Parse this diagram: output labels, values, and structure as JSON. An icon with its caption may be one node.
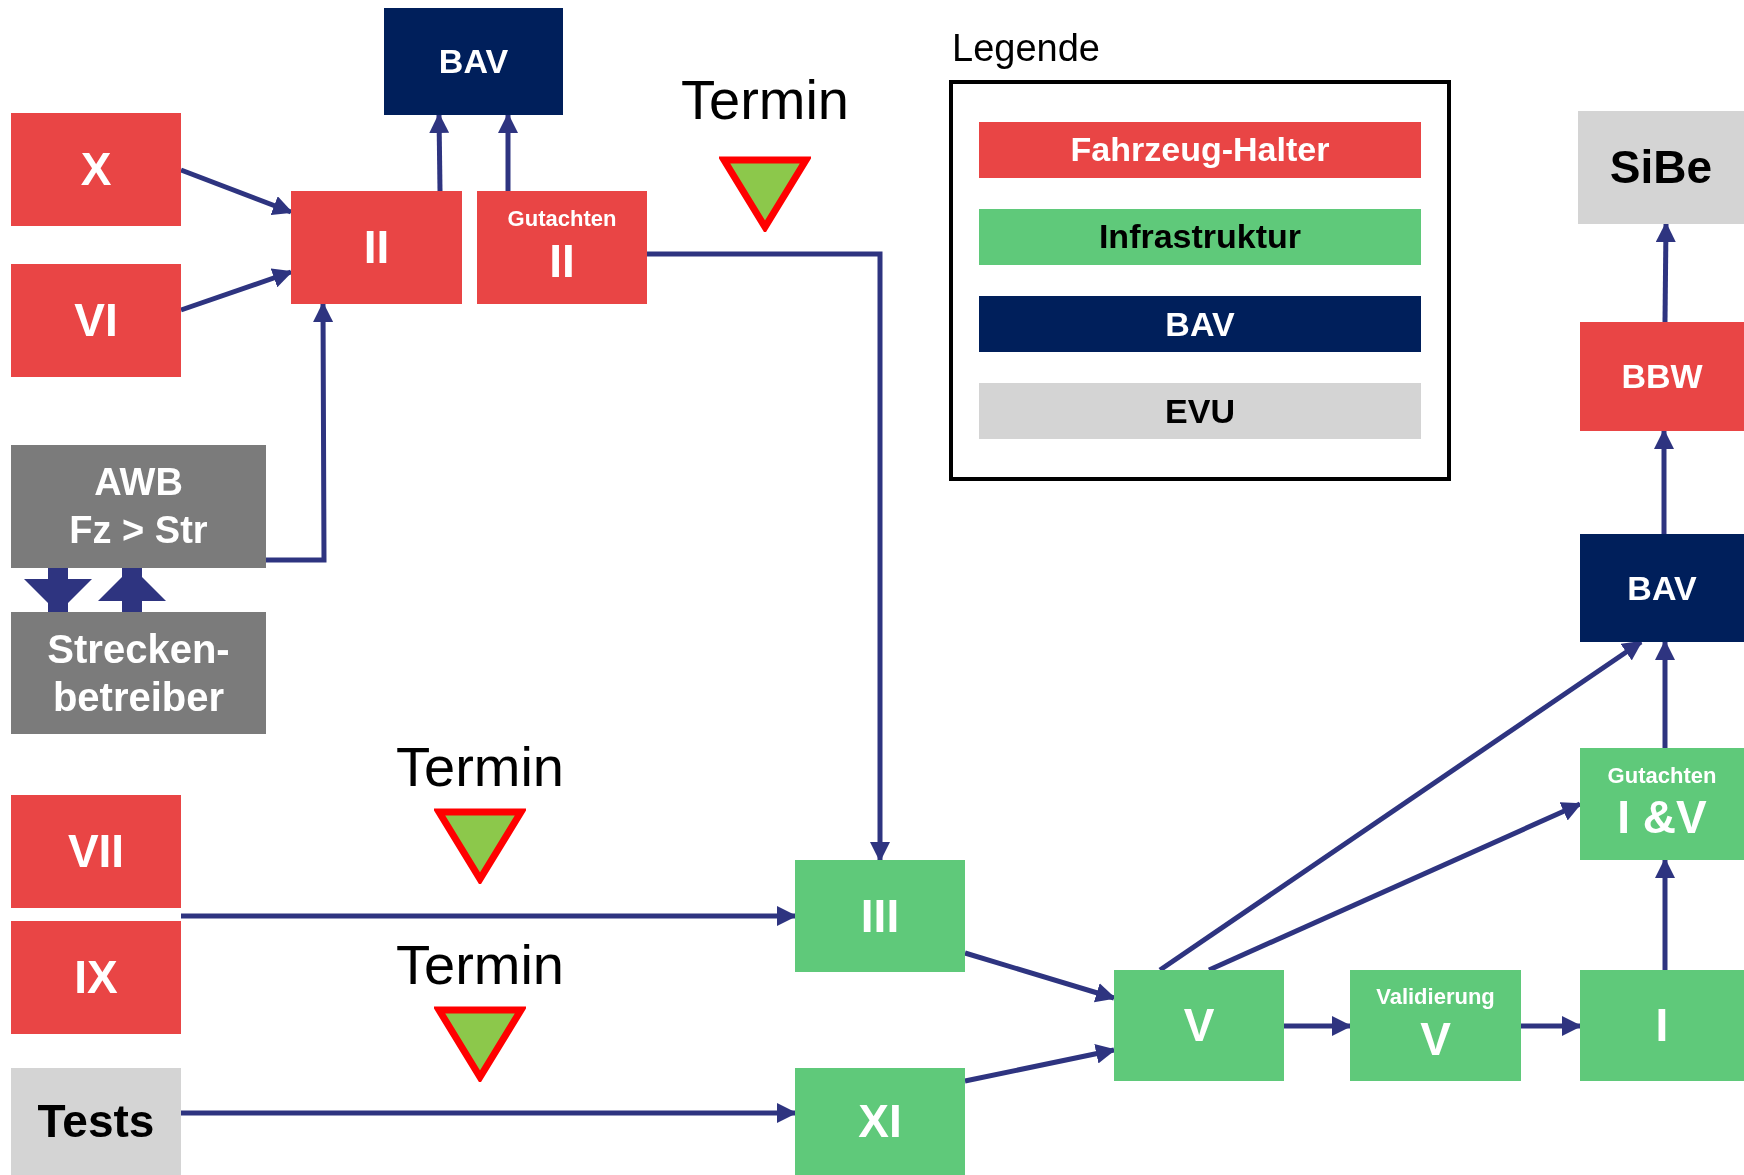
{
  "diagram": {
    "nodes": [
      {
        "text": [
          "BAV"
        ]
      },
      {
        "text": [
          "X"
        ]
      },
      {
        "text": [
          "VI"
        ]
      },
      {
        "text": [
          "II"
        ]
      },
      {
        "text": [
          "Gutachten",
          "II"
        ]
      },
      {
        "text": [
          "AWB",
          "Fz > Str"
        ]
      },
      {
        "text": [
          "Strecken- betreiber"
        ]
      },
      {
        "text": [
          "VII"
        ]
      },
      {
        "text": [
          "IX"
        ]
      },
      {
        "text": [
          "Tests"
        ]
      },
      {
        "text": [
          "III"
        ]
      },
      {
        "text": [
          "XI"
        ]
      },
      {
        "text": [
          "V"
        ]
      },
      {
        "text": [
          "Validierung",
          "V"
        ]
      },
      {
        "text": [
          "I"
        ]
      },
      {
        "text": [
          "Gutachten",
          "I &V"
        ]
      },
      {
        "text": [
          "BAV"
        ]
      },
      {
        "text": [
          "BBW"
        ]
      },
      {
        "text": [
          "SiBe"
        ]
      }
    ],
    "edges": [
      {
        "from": 1,
        "to": 3,
        "arrow": "to"
      },
      {
        "from": 2,
        "to": 3,
        "arrow": "to"
      },
      {
        "from": 3,
        "to": 0,
        "arrow": "to"
      },
      {
        "from": 4,
        "to": 0,
        "arrow": "to"
      },
      {
        "from": 4,
        "to": 10,
        "arrow": "to"
      },
      {
        "from": 5,
        "to": 3,
        "arrow": "to"
      },
      {
        "from": 5,
        "to": 6,
        "arrow": "to",
        "style": "thick"
      },
      {
        "from": 6,
        "to": 5,
        "arrow": "to",
        "style": "thick"
      },
      {
        "from": 7,
        "to": 10,
        "arrow": "to"
      },
      {
        "from": 8,
        "to": 10,
        "arrow": "to"
      },
      {
        "from": 9,
        "to": 11,
        "arrow": "to"
      },
      {
        "from": 10,
        "to": 12,
        "arrow": "to"
      },
      {
        "from": 11,
        "to": 12,
        "arrow": "to"
      },
      {
        "from": 12,
        "to": 13,
        "arrow": "to"
      },
      {
        "from": 13,
        "to": 14,
        "arrow": "to"
      },
      {
        "from": 14,
        "to": 15,
        "arrow": "to"
      },
      {
        "from": 15,
        "to": 16,
        "arrow": "to"
      },
      {
        "from": 16,
        "to": 17,
        "arrow": "to"
      },
      {
        "from": 17,
        "to": 18,
        "arrow": "to"
      },
      {
        "from": 12,
        "to": 16,
        "arrow": "to"
      },
      {
        "from": 12,
        "to": 15,
        "arrow": "to"
      }
    ],
    "labels": [
      "Legende",
      "Termin",
      "Termin",
      "Termin"
    ],
    "legend": [
      {
        "text": "Fahrzeug-Halter",
        "color": "#e94545"
      },
      {
        "text": "Infrastruktur",
        "color": "#5fc97a"
      },
      {
        "text": "BAV",
        "color": "#001f5b"
      },
      {
        "text": "EVU",
        "color": "#d4d4d4"
      }
    ]
  }
}
